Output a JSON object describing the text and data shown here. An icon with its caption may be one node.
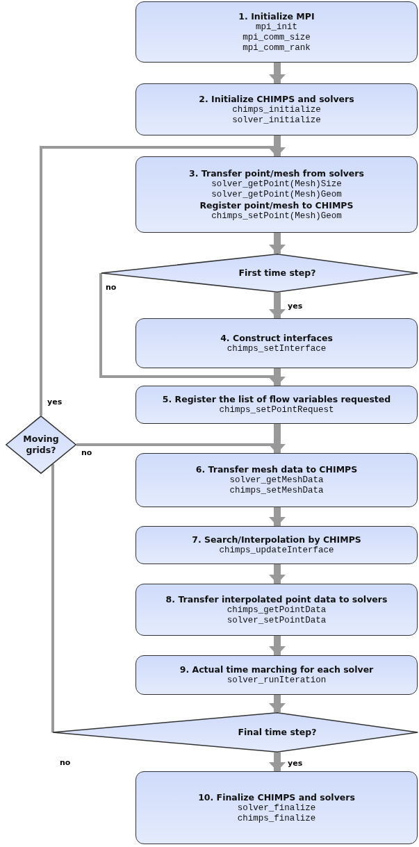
{
  "diagram": {
    "nodes": [
      {
        "text": [
          "1. Initialize MPI",
          "mpi_init",
          "mpi_comm_size",
          "mpi_comm_rank"
        ]
      },
      {
        "text": [
          "2. Initialize CHIMPS and solvers",
          "chimps_initialize",
          "solver_initialize"
        ]
      },
      {
        "text": [
          "3. Transfer point/mesh from solvers",
          "solver_getPoint(Mesh)Size",
          "solver_getPoint(Mesh)Geom",
          "Register point/mesh to CHIMPS",
          "chimps_setPoint(Mesh)Geom"
        ]
      },
      {
        "text": [
          "First time step?"
        ]
      },
      {
        "text": [
          "4. Construct interfaces",
          "chimps_setInterface"
        ]
      },
      {
        "text": [
          "5. Register the list of flow variables requested",
          "chimps_setPointRequest"
        ]
      },
      {
        "text": [
          "Moving grids?"
        ]
      },
      {
        "text": [
          "6. Transfer mesh data to CHIMPS",
          "solver_getMeshData",
          "chimps_setMeshData"
        ]
      },
      {
        "text": [
          "7. Search/Interpolation by CHIMPS",
          "chimps_updateInterface"
        ]
      },
      {
        "text": [
          "8. Transfer interpolated point data to solvers",
          "chimps_getPointData",
          "solver_setPointData"
        ]
      },
      {
        "text": [
          "9. Actual time marching for each solver",
          "solver_runIteration"
        ]
      },
      {
        "text": [
          "Final time step?"
        ]
      },
      {
        "text": [
          "10. Finalize CHIMPS and solvers",
          "solver_finalize",
          "chimps_finalize"
        ]
      }
    ],
    "edges": [
      {
        "from": 0,
        "to": 1,
        "arrow": "to"
      },
      {
        "from": 1,
        "to": 2,
        "arrow": "to"
      },
      {
        "from": 2,
        "to": 3,
        "arrow": "to"
      },
      {
        "from": 3,
        "to": 4,
        "label": "yes",
        "arrow": "to"
      },
      {
        "from": 3,
        "to": 5,
        "label": "no",
        "arrow": "to"
      },
      {
        "from": 4,
        "to": 5,
        "arrow": "to"
      },
      {
        "from": 6,
        "to": 2,
        "label": "yes",
        "arrow": "to"
      },
      {
        "from": 6,
        "to": 7,
        "label": "no",
        "arrow": "to"
      },
      {
        "from": 5,
        "to": 7,
        "arrow": "to"
      },
      {
        "from": 7,
        "to": 8,
        "arrow": "to"
      },
      {
        "from": 8,
        "to": 9,
        "arrow": "to"
      },
      {
        "from": 9,
        "to": 10,
        "arrow": "to"
      },
      {
        "from": 10,
        "to": 11,
        "arrow": "to"
      },
      {
        "from": 11,
        "to": 12,
        "label": "yes",
        "arrow": "to"
      },
      {
        "from": 11,
        "to": 6,
        "label": "no",
        "arrow": "none"
      }
    ]
  }
}
